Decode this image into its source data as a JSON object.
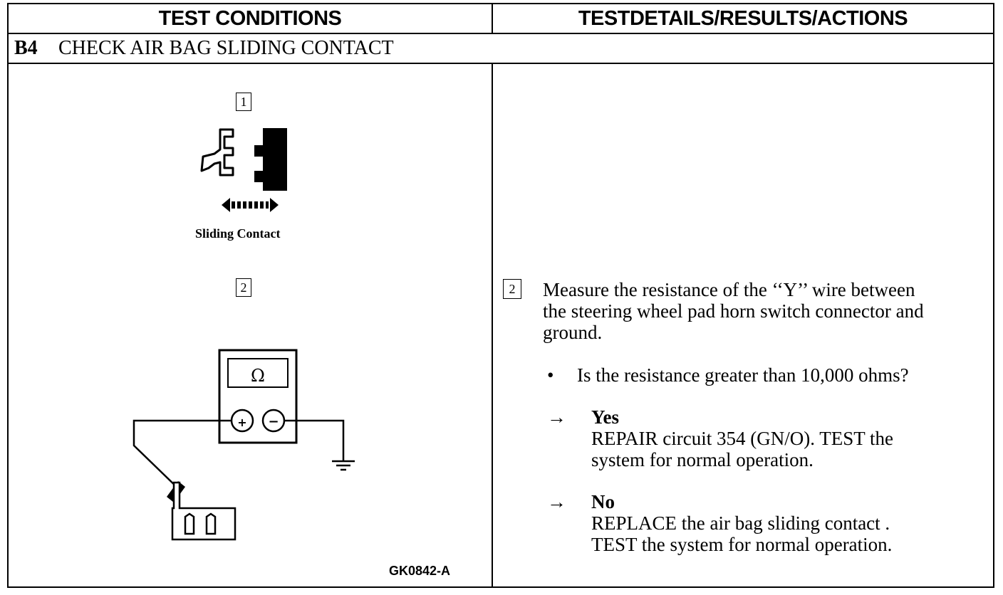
{
  "header": {
    "left_title": "TEST CONDITIONS",
    "right_title": "TESTDETAILS/RESULTS/ACTIONS"
  },
  "step": {
    "code": "B4",
    "title": "CHECK AIR BAG SLIDING CONTACT"
  },
  "left": {
    "fig1_number": "1",
    "fig1_caption": "Sliding Contact",
    "fig2_number": "2",
    "meter_symbol": "Ω",
    "plus_symbol": "+",
    "minus_symbol": "−",
    "figure_id": "GK0842-A"
  },
  "right": {
    "step_number": "2",
    "instruction_lines": [
      "Measure the resistance of the ‘‘Y’’ wire between",
      "the steering wheel pad horn switch connector and",
      "ground."
    ],
    "bullet": "•",
    "question": "Is the resistance greater than 10,000 ohms?",
    "arrow": "→",
    "yes_label": "Yes",
    "yes_lines": [
      "REPAIR circuit 354 (GN/O). TEST the",
      "system for normal operation."
    ],
    "no_label": "No",
    "no_lines": [
      "REPLACE the air bag sliding contact .",
      "TEST the system for normal operation."
    ]
  }
}
